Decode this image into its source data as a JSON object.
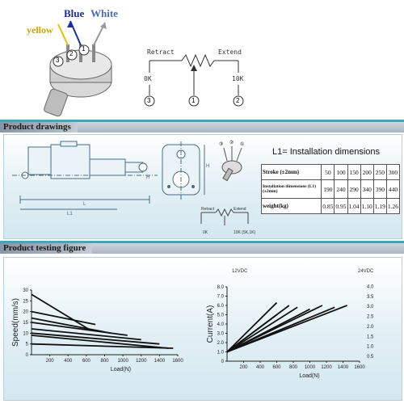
{
  "wires": {
    "yellow": "yellow",
    "blue": "Blue",
    "white": "White"
  },
  "pot": {
    "retract": "Retract",
    "extend": "Extend",
    "left_r": "0K",
    "right_r": "10K",
    "pin3": "3",
    "pin1": "1",
    "pin2": "2"
  },
  "pins_photo": {
    "p1": "1",
    "p2": "2",
    "p3": "3"
  },
  "section_drawings": {
    "title": "Product drawings"
  },
  "drawing": {
    "l1_title": "L1= Installation dimensions",
    "dim_L": "L",
    "dim_L1": "L1",
    "dim_H": "H",
    "dim_H2": "H",
    "small_retract": "Retract",
    "small_extend": "Extend",
    "small_0k": "0K",
    "small_10k": "10K (5K,1K)",
    "pin_labels": [
      "③",
      "②",
      "①"
    ]
  },
  "spec_table": {
    "row1_label": "Stroke (±2mm)",
    "strokes": [
      "50",
      "100",
      "150",
      "200",
      "250",
      "300"
    ],
    "row2_label": "Installation dimensions (L1)(±2mm)",
    "install": [
      "190",
      "240",
      "290",
      "340",
      "390",
      "440"
    ],
    "row3_label": "weight(kg)",
    "weights": [
      "0.85",
      "0.95",
      "1.04",
      "1.10",
      "1.19",
      "1.26"
    ]
  },
  "section_testing": {
    "title": "Product testing figure"
  },
  "speed_chart_data": {
    "type": "line",
    "ylabel": "Speed(mm/s)",
    "xlabel": "Load(N)",
    "xticks": [
      "200",
      "400",
      "600",
      "800",
      "1000",
      "1200",
      "1400",
      "1600"
    ],
    "yticks": [
      "0",
      "5",
      "10",
      "15",
      "20",
      "25",
      "30"
    ],
    "xlim": [
      0,
      1600
    ],
    "ylim": [
      0,
      30
    ],
    "series": [
      {
        "x": [
          0,
          620
        ],
        "y": [
          28,
          12
        ]
      },
      {
        "x": [
          0,
          700
        ],
        "y": [
          20,
          14
        ]
      },
      {
        "x": [
          0,
          870
        ],
        "y": [
          17,
          10
        ]
      },
      {
        "x": [
          0,
          1050
        ],
        "y": [
          15,
          9
        ]
      },
      {
        "x": [
          0,
          1200
        ],
        "y": [
          12,
          7
        ]
      },
      {
        "x": [
          0,
          1400
        ],
        "y": [
          10,
          5
        ]
      },
      {
        "x": [
          0,
          1500
        ],
        "y": [
          9,
          3
        ]
      },
      {
        "x": [
          0,
          1550
        ],
        "y": [
          5,
          3
        ]
      }
    ]
  },
  "current_chart_data": {
    "type": "line",
    "ylabel": "Current(A)",
    "xlabel": "Load(N)",
    "left_unit": "12VDC",
    "right_unit": "24VDC",
    "xticks": [
      "200",
      "400",
      "600",
      "800",
      "1000",
      "1200",
      "1400",
      "1600"
    ],
    "yticks_left": [
      "0",
      "1.0",
      "2.0",
      "3.0",
      "4.0",
      "5.0",
      "6.0",
      "7.0",
      "8.0"
    ],
    "yticks_right": [
      "0.5",
      "1.0",
      "1.5",
      "2.0",
      "2.5",
      "3.0",
      "3.5",
      "4.0"
    ],
    "xlim": [
      0,
      1600
    ],
    "ylim": [
      0,
      8
    ],
    "series": [
      {
        "x": [
          0,
          600
        ],
        "y": [
          1.0,
          6.3
        ]
      },
      {
        "x": [
          0,
          750
        ],
        "y": [
          1.0,
          6.0
        ]
      },
      {
        "x": [
          0,
          850
        ],
        "y": [
          1.0,
          5.8
        ]
      },
      {
        "x": [
          0,
          1000
        ],
        "y": [
          1.0,
          5.6
        ]
      },
      {
        "x": [
          0,
          1150
        ],
        "y": [
          1.0,
          6.0
        ]
      },
      {
        "x": [
          0,
          1300
        ],
        "y": [
          1.0,
          5.8
        ]
      },
      {
        "x": [
          0,
          1450
        ],
        "y": [
          1.0,
          6.0
        ]
      },
      {
        "x": [
          0,
          600
        ],
        "y": [
          1.0,
          5.0
        ]
      }
    ]
  }
}
